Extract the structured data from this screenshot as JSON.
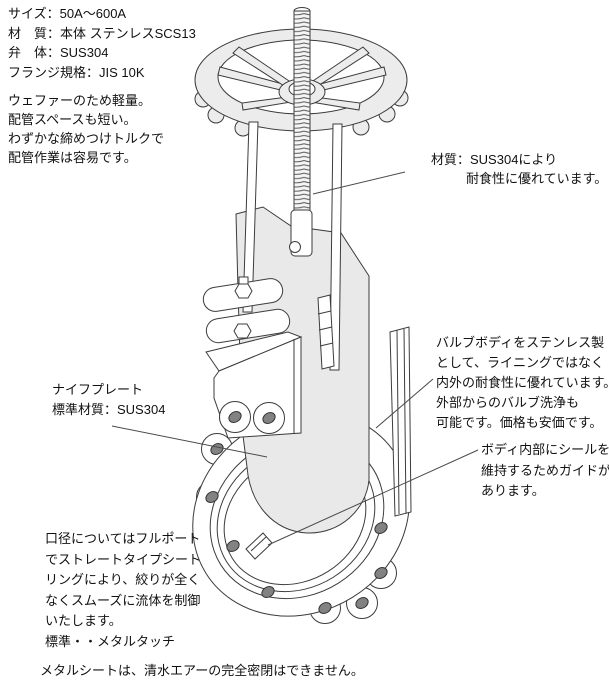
{
  "spec": {
    "lines": [
      "サイズ：50A～600A",
      "材　質：本体 ステンレスSCS13",
      "弁　体：SUS304",
      "フランジ規格：JIS 10K"
    ]
  },
  "features": {
    "lines": [
      "ウェファーのため軽量。",
      "配管スペースも短い。",
      "わずかな締めつけトルクで",
      "配管作業は容易です。"
    ]
  },
  "annotations": {
    "stem_material": {
      "lines": [
        "材質：SUS304により",
        "耐食性に優れています。"
      ]
    },
    "valve_body": {
      "lines": [
        "バルブボディをステンレス製",
        "として、ライニングではなく",
        "内外の耐食性に優れています。",
        "外部からのバルブ洗浄も",
        "可能です。価格も安価です。"
      ]
    },
    "seal_guide": {
      "lines": [
        "ボディ内部にシールを",
        "維持するためガイドが",
        "あります。"
      ]
    },
    "knife_plate": {
      "lines": [
        "ナイフプレート",
        "標準材質：SUS304"
      ]
    },
    "bore": {
      "lines": [
        "口径についてはフルポート",
        "でストレートタイプシート",
        "リングにより、絞りが全く",
        "なくスムーズに流体を制御",
        "いたします。",
        "標準・・メタルタッチ"
      ]
    }
  },
  "note": "メタルシートは、清水エアーの完全密閉はできません。",
  "colors": {
    "line": "#3c3c3c",
    "fill_light": "#ececec",
    "hole_fill": "#828282",
    "background": "#ffffff",
    "text": "#111111"
  }
}
